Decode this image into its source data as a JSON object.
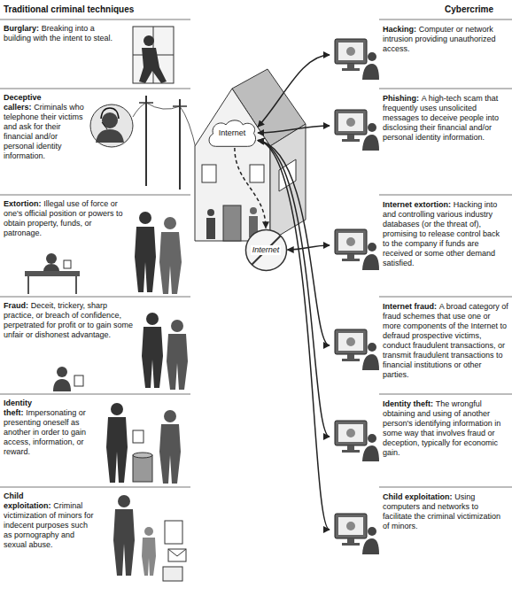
{
  "diagram": {
    "nodes": [
      {
        "text": [
          "Burglary:",
          "Breaking into a building with the intent to steal."
        ]
      },
      {
        "text": [
          "Hacking:",
          "Computer or network intrusion providing unauthorized access."
        ]
      },
      {
        "text": [
          "Internet"
        ]
      },
      {
        "text": [
          "Deceptive callers:",
          "Criminals who telephone their victims and ask for their financial and/or personal identity information."
        ]
      },
      {
        "text": [
          "Phishing:",
          "A high-tech scam that frequently uses unsolicited messages to deceive people into disclosing their financial and/or personal identity information."
        ]
      },
      {
        "text": [
          "Extortion:",
          "Illegal use of force or one's official position or powers to obtain property, funds, or patronage."
        ]
      },
      {
        "text": [
          "Internet"
        ]
      },
      {
        "text": [
          "Internet extortion:",
          "Hacking into and controlling various industry databases (or the threat of), promising to release control back to the company if funds are received or some other demand satisfied."
        ]
      },
      {
        "text": [
          "Fraud:",
          "Deceit, trickery, sharp practice, or breach of confidence, perpetrated for profit or to gain some unfair or dishonest advantage."
        ]
      },
      {
        "text": [
          "Internet fraud:",
          "A broad category of fraud schemes that use one or more components of the Internet to defraud prospective victims, conduct fraudulent transactions, or transmit fraudulent transactions to financial institutions or other parties."
        ]
      },
      {
        "text": [
          "Identity theft:",
          "Impersonating or presenting oneself as another in order to gain access, information, or reward."
        ]
      },
      {
        "text": [
          "Identity theft:",
          "The wrongful obtaining and using of another person's identifying information in some way that involves fraud or deception, typically for economic gain."
        ]
      },
      {
        "text": [
          "Child exploitation:",
          "Criminal victimization of minors for indecent purposes such as pornography and sexual abuse."
        ]
      },
      {
        "text": [
          "Child exploitation:",
          "Using computers and networks to facilitate the criminal victimization of minors."
        ]
      }
    ],
    "edges": [
      {
        "from": 2,
        "to": 1,
        "arrow": "both"
      },
      {
        "from": 2,
        "to": 4,
        "arrow": "both"
      },
      {
        "from": 2,
        "to": 6,
        "arrow": "to"
      },
      {
        "from": 6,
        "to": 7,
        "arrow": "both"
      },
      {
        "from": 2,
        "to": 9,
        "arrow": "both"
      },
      {
        "from": 2,
        "to": 11,
        "arrow": "both"
      },
      {
        "from": 2,
        "to": 13,
        "arrow": "both"
      }
    ],
    "labels": [
      "Traditional criminal techniques",
      "Cybercrime"
    ]
  }
}
